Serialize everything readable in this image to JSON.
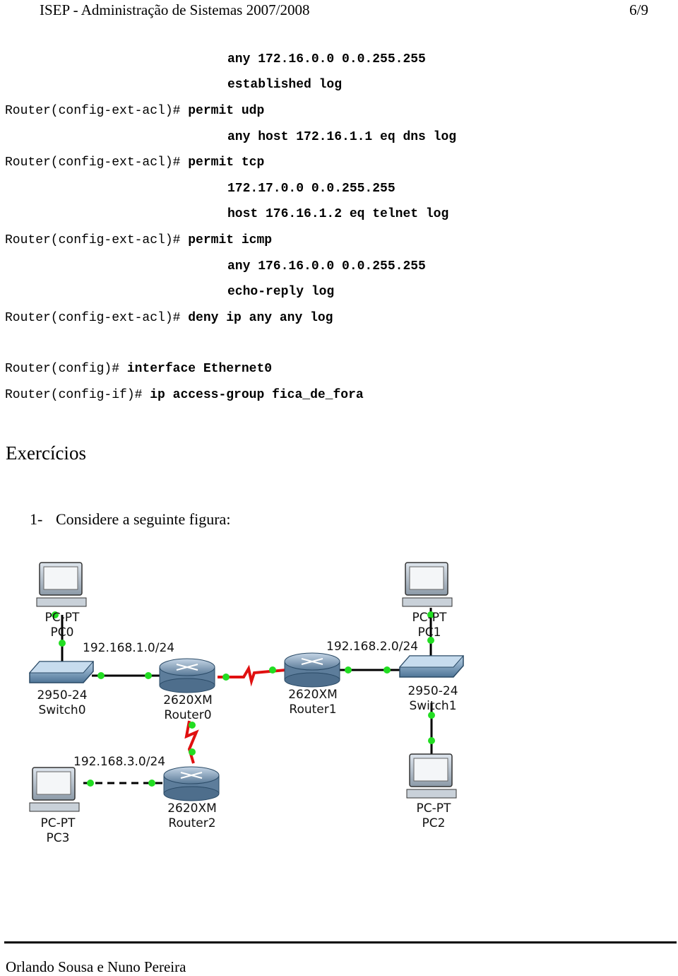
{
  "header": {
    "title": "ISEP - Administração de Sistemas 2007/2008",
    "page": "6/9"
  },
  "code": {
    "lines": [
      {
        "prompt": "",
        "cmd": "any 172.16.0.0 0.0.255.255"
      },
      {
        "prompt": "",
        "cmd": "established log"
      },
      {
        "prompt": "Router(config-ext-acl)# ",
        "cmd": "permit udp"
      },
      {
        "prompt": "",
        "cmd": "any host 172.16.1.1 eq dns log"
      },
      {
        "prompt": "Router(config-ext-acl)# ",
        "cmd": "permit tcp"
      },
      {
        "prompt": "",
        "cmd": "172.17.0.0 0.0.255.255"
      },
      {
        "prompt": "",
        "cmd": "host 176.16.1.2 eq telnet log"
      },
      {
        "prompt": "Router(config-ext-acl)# ",
        "cmd": "permit icmp"
      },
      {
        "prompt": "",
        "cmd": "any 176.16.0.0 0.0.255.255"
      },
      {
        "prompt": "",
        "cmd": "echo-reply log"
      },
      {
        "prompt": "Router(config-ext-acl)# ",
        "cmd": "deny ip any any log"
      },
      {
        "prompt": "Router(config)# ",
        "cmd": "interface Ethernet0"
      },
      {
        "prompt": "Router(config-if)# ",
        "cmd": "ip access-group fica_de_fora"
      }
    ]
  },
  "section_title": "Exercícios",
  "exercise": {
    "number": "1-",
    "text": "Considere a seguinte figura:"
  },
  "diagram": {
    "nodes": {
      "pc0": {
        "type": "PC-PT",
        "name": "PC0"
      },
      "pc1": {
        "type": "PC-PT",
        "name": "PC1"
      },
      "pc2": {
        "type": "PC-PT",
        "name": "PC2"
      },
      "pc3": {
        "type": "PC-PT",
        "name": "PC3"
      },
      "switch0": {
        "type": "2950-24",
        "name": "Switch0"
      },
      "switch1": {
        "type": "2950-24",
        "name": "Switch1"
      },
      "router0": {
        "type": "2620XM",
        "name": "Router0"
      },
      "router1": {
        "type": "2620XM",
        "name": "Router1"
      },
      "router2": {
        "type": "2620XM",
        "name": "Router2"
      }
    },
    "networks": {
      "net1": "192.168.1.0/24",
      "net2": "192.168.2.0/24",
      "net3": "192.168.3.0/24"
    },
    "colors": {
      "link": "#000000",
      "serial": "#e01010",
      "status": "#22dd22"
    }
  },
  "footer": {
    "authors": "Orlando Sousa e Nuno Pereira"
  }
}
